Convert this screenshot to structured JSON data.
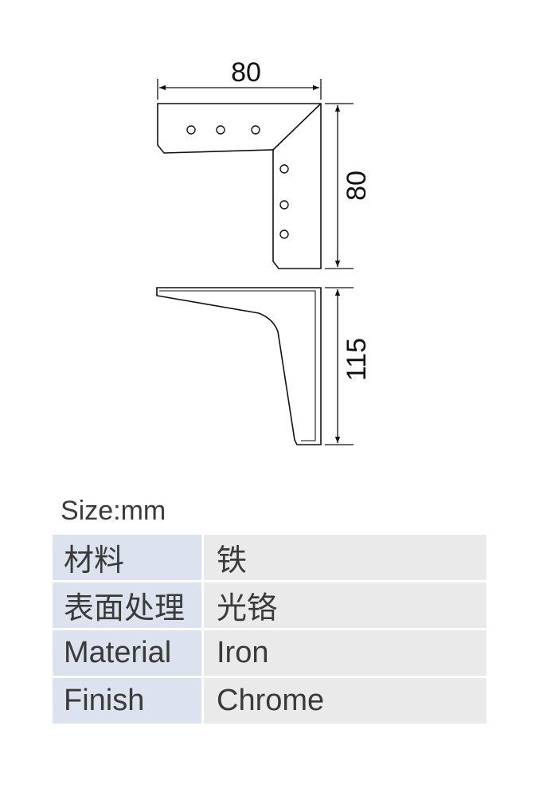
{
  "dimensions": {
    "top_width": "80",
    "top_depth": "80",
    "height": "115"
  },
  "size_label": "Size:mm",
  "spec_table": [
    {
      "label": "材料",
      "value": "铁"
    },
    {
      "label": "表面处理",
      "value": "光铬"
    },
    {
      "label": "Material",
      "value": "Iron"
    },
    {
      "label": "Finish",
      "value": "Chrome"
    }
  ],
  "colors": {
    "label_cell": "#dce3ee",
    "value_cell": "#eaeaea",
    "text": "#3a3a3a"
  }
}
